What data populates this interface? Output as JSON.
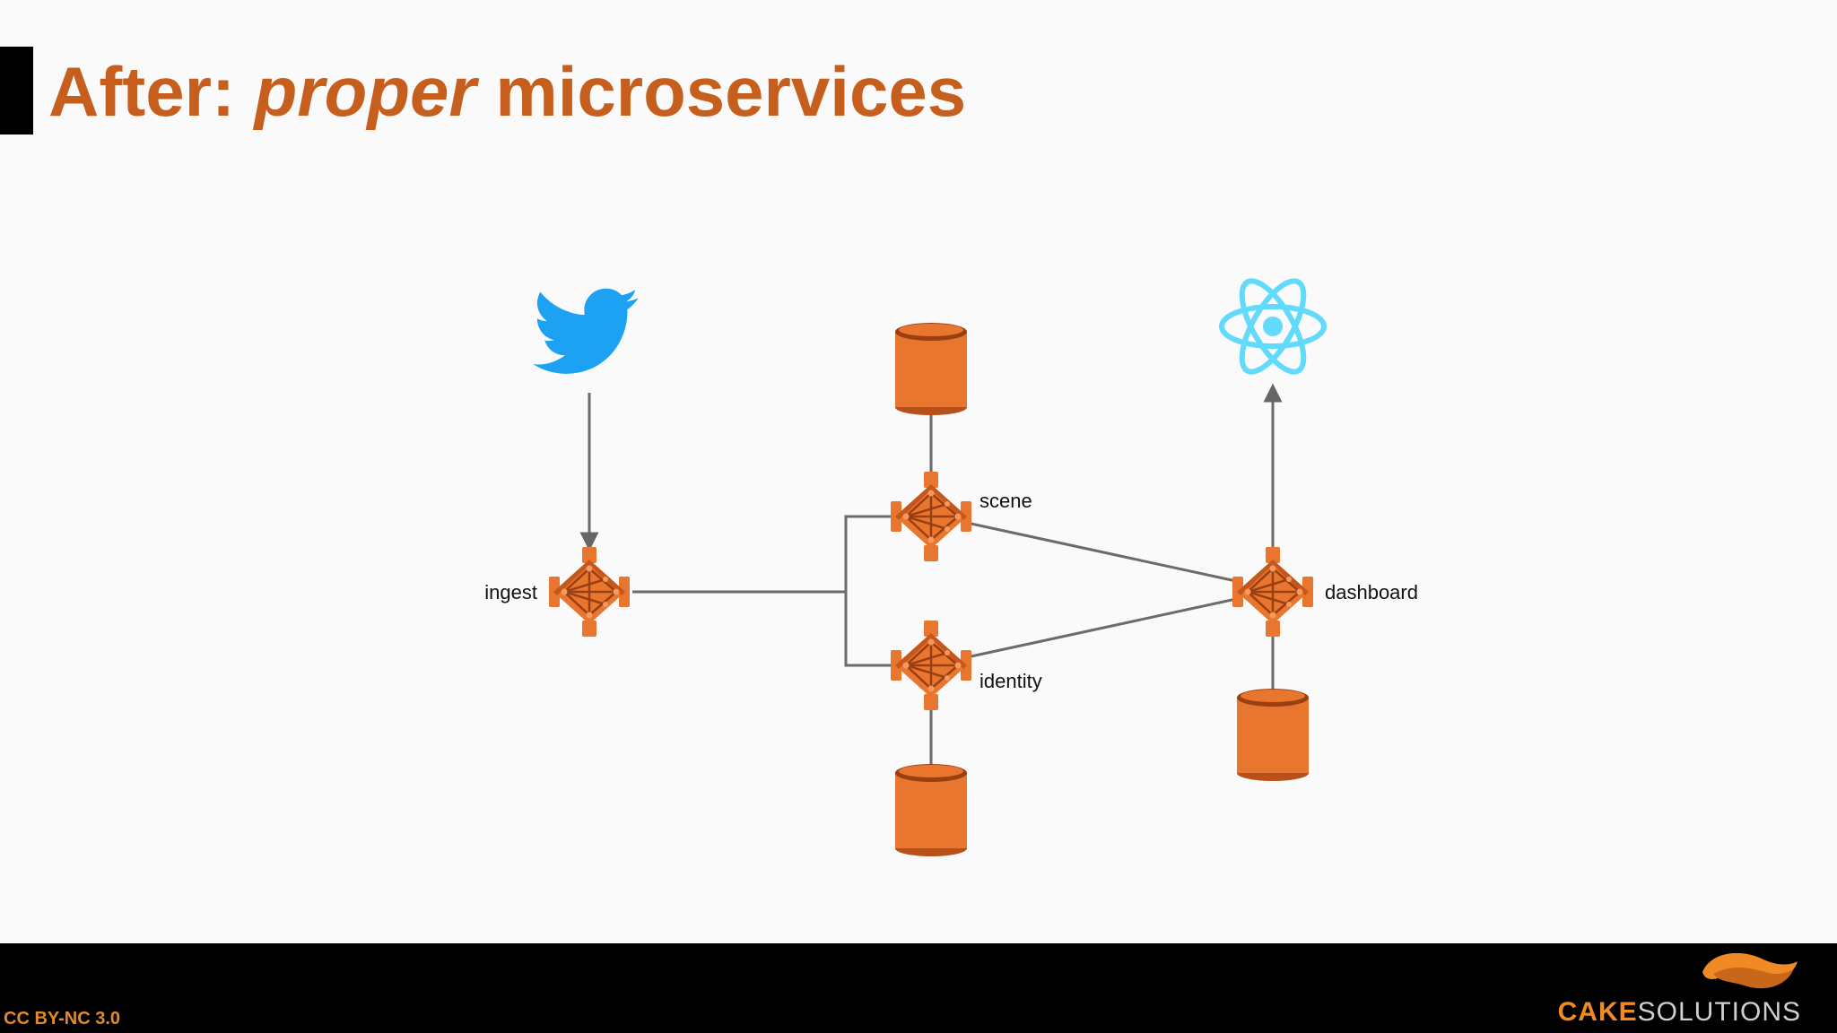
{
  "slide": {
    "title_prefix": "After: ",
    "title_emphasis": "proper",
    "title_suffix": " microservices"
  },
  "diagram": {
    "nodes": {
      "ingest": "ingest",
      "scene": "scene",
      "identity": "identity",
      "dashboard": "dashboard"
    },
    "icons": [
      "twitter-icon",
      "react-icon",
      "database-icon",
      "microservice-icon"
    ],
    "accent_color": "#e8762f",
    "title_color": "#c65f1e"
  },
  "footer": {
    "license": "CC BY-NC 3.0",
    "brand_cake": "CAKE",
    "brand_solutions": "SOLUTIONS"
  }
}
